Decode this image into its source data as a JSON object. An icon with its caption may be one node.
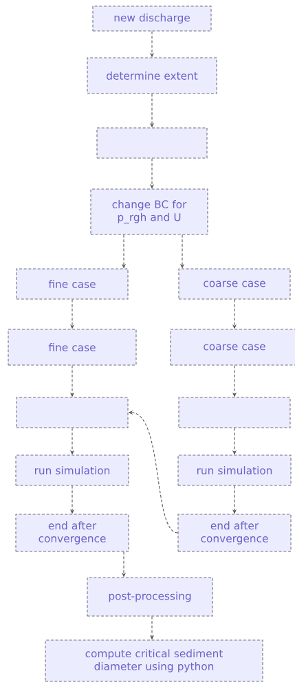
{
  "diagram": {
    "nodes": [
      {
        "text": [
          "new discharge"
        ]
      },
      {
        "text": [
          "determine extent"
        ]
      },
      {
        "text": [],
        "shape": "box"
      },
      {
        "text": [
          "change BC for p_rgh and U"
        ]
      },
      {
        "text": [
          "fine case"
        ]
      },
      {
        "text": [
          "coarse case"
        ]
      },
      {
        "text": [
          "fine case"
        ]
      },
      {
        "text": [
          "coarse case"
        ]
      },
      {
        "text": [],
        "shape": "box"
      },
      {
        "text": [],
        "shape": "box"
      },
      {
        "text": [
          "run simulation"
        ]
      },
      {
        "text": [
          "run simulation"
        ]
      },
      {
        "text": [
          "end after convergence"
        ]
      },
      {
        "text": [
          "end after convergence"
        ]
      },
      {
        "text": [
          "post-processing"
        ]
      },
      {
        "text": [
          "compute critical sediment diameter using python"
        ]
      }
    ],
    "edges": [
      {
        "from": 0,
        "to": 1,
        "arrow": "to"
      },
      {
        "from": 1,
        "to": 2,
        "arrow": "to"
      },
      {
        "from": 2,
        "to": 3,
        "arrow": "to"
      },
      {
        "from": 3,
        "to": 4,
        "arrow": "to"
      },
      {
        "from": 3,
        "to": 5,
        "arrow": "to"
      },
      {
        "from": 4,
        "to": 6,
        "arrow": "to"
      },
      {
        "from": 5,
        "to": 7,
        "arrow": "to"
      },
      {
        "from": 6,
        "to": 8,
        "arrow": "to"
      },
      {
        "from": 7,
        "to": 9,
        "arrow": "to"
      },
      {
        "from": 8,
        "to": 10,
        "arrow": "to"
      },
      {
        "from": 9,
        "to": 11,
        "arrow": "to"
      },
      {
        "from": 10,
        "to": 12,
        "arrow": "to"
      },
      {
        "from": 11,
        "to": 13,
        "arrow": "to"
      },
      {
        "from": 13,
        "to": 8,
        "arrow": "to"
      },
      {
        "from": 12,
        "to": 14,
        "arrow": "to"
      },
      {
        "from": 14,
        "to": 15,
        "arrow": "to"
      }
    ]
  }
}
